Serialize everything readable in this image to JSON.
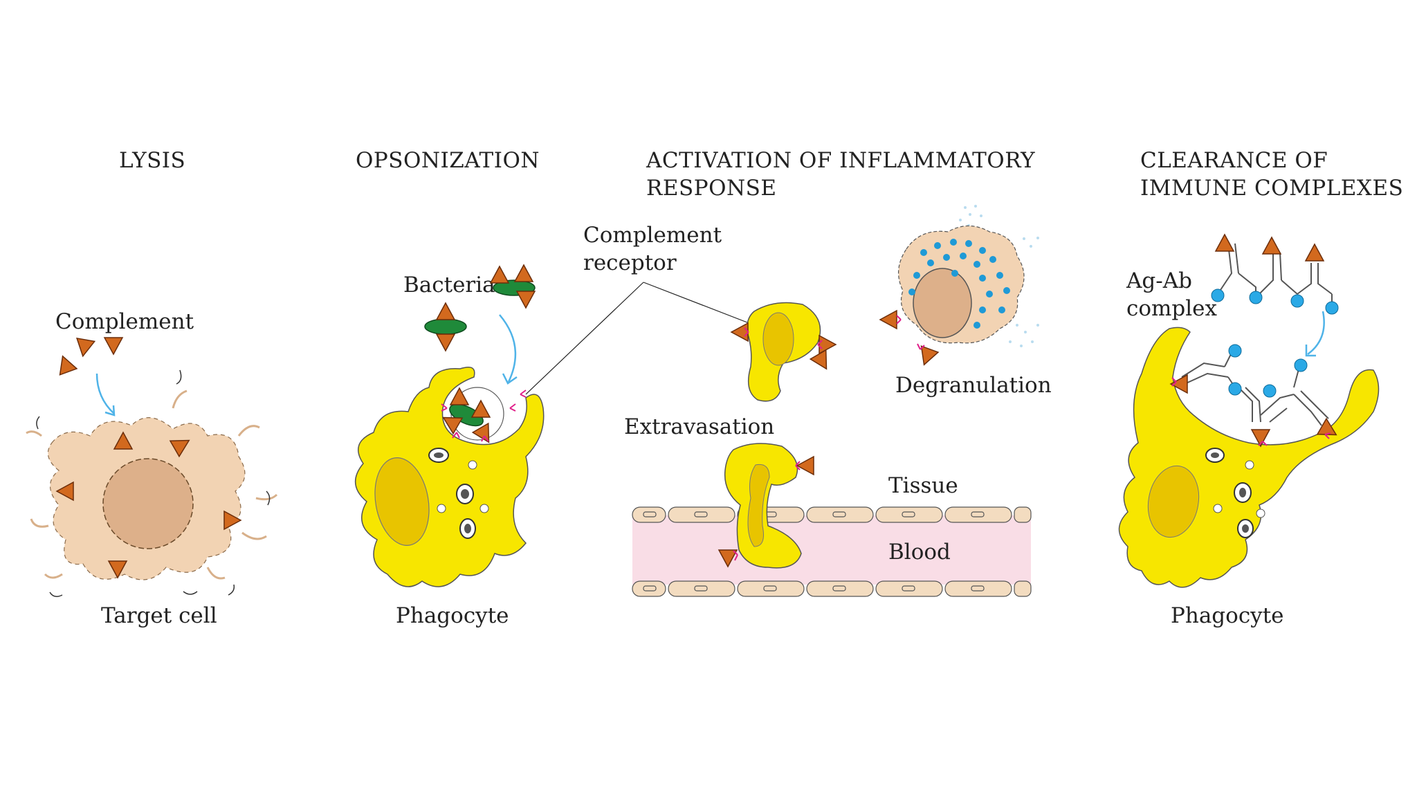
{
  "panels": {
    "lysis": {
      "title": "LYSIS",
      "complement_label": "Complement",
      "cell_label": "Target cell"
    },
    "opsonization": {
      "title": "OPSONIZATION",
      "bacteria_label": "Bacteria",
      "cell_label": "Phagocyte"
    },
    "inflammation": {
      "title_line1": "ACTIVATION OF INFLAMMATORY",
      "title_line2": "RESPONSE",
      "receptor_line1": "Complement",
      "receptor_line2": "receptor",
      "degranulation_label": "Degranulation",
      "extravasation_label": "Extravasation",
      "tissue_label": "Tissue",
      "blood_label": "Blood"
    },
    "clearance": {
      "title_line1": "CLEARANCE OF",
      "title_line2": "IMMUNE COMPLEXES",
      "complex_line1": "Ag-Ab",
      "complex_line2": "complex",
      "cell_label": "Phagocyte"
    }
  },
  "colors": {
    "phagocyte": "#f7e600",
    "nucleus_yellow": "#e8c400",
    "target_cell": "#f2d3b3",
    "nucleus_tan": "#ddb08a",
    "complement": "#d2691e",
    "bacteria": "#1f8a3a",
    "receptor": "#e0208a",
    "antigen": "#2aa9e6",
    "blood": "#f9dde6",
    "endothelium": "#f3dcc0"
  }
}
